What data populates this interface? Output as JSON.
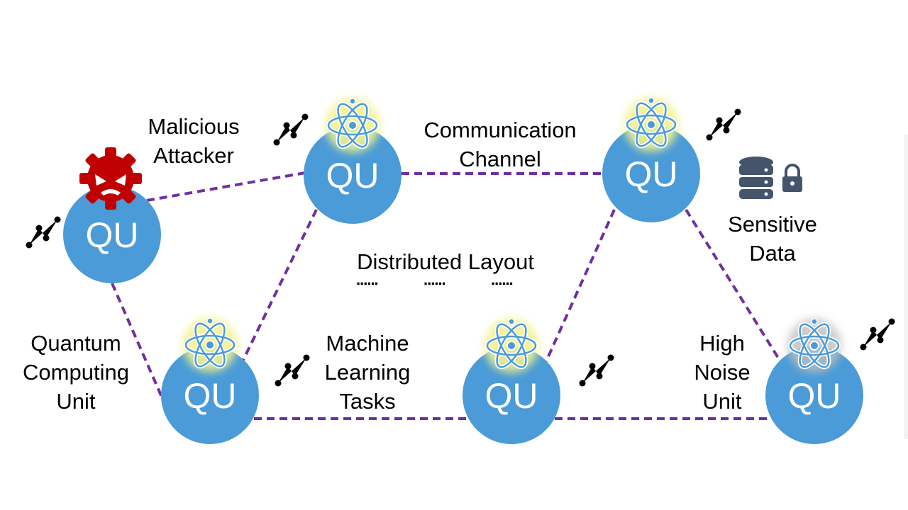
{
  "labels": {
    "malicious": [
      "Malicious",
      "Attacker"
    ],
    "communication": [
      "Communication",
      "Channel"
    ],
    "sensitive": [
      "Sensitive",
      "Data"
    ],
    "distributed": "Distributed Layout",
    "quantum_unit": [
      "Quantum",
      "Computing",
      "Unit"
    ],
    "ml_tasks": [
      "Machine",
      "Learning",
      "Tasks"
    ],
    "high_noise": [
      "High",
      "Noise",
      "Unit"
    ]
  },
  "dots": [
    "......",
    "......",
    "......"
  ],
  "nodes": [
    {
      "id": "attacked",
      "text": "QU",
      "badge": "attacker-gear"
    },
    {
      "id": "top-left",
      "text": "QU",
      "badge": "atom-glow"
    },
    {
      "id": "top-right",
      "text": "QU",
      "badge": "atom-glow"
    },
    {
      "id": "bottom-left",
      "text": "QU",
      "badge": "atom-glow"
    },
    {
      "id": "bottom-middle",
      "text": "QU",
      "badge": "atom-glow"
    },
    {
      "id": "bottom-right",
      "text": "QU",
      "badge": "atom-grey"
    }
  ],
  "icons": [
    "chart-icon",
    "atom-icon",
    "malicious-gear-icon",
    "database-icon",
    "lock-icon"
  ],
  "colors": {
    "node_fill": "#4a9bd7",
    "edge": "#7030a0",
    "chart_icon": "#a9d18e",
    "attacker": "#c00000",
    "atom_glow": "#f2f28c",
    "atom_grey_glow": "#bfbfbf",
    "database": "#44546a"
  }
}
